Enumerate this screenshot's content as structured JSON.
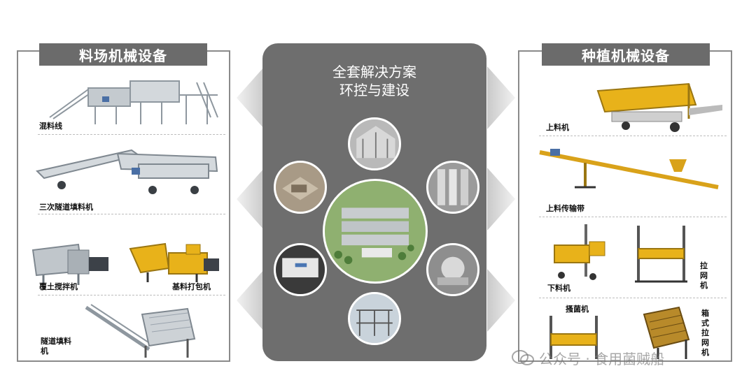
{
  "left_panel": {
    "title": "料场机械设备",
    "items": [
      {
        "label": "混料线"
      },
      {
        "label": "三次隧道填料机"
      },
      {
        "label": "覆土搅拌机"
      },
      {
        "label": "基料打包机"
      },
      {
        "label": "隧道填料机"
      }
    ]
  },
  "center_panel": {
    "title_line1": "全套解决方案",
    "title_line2": "环控与建设"
  },
  "right_panel": {
    "title": "种植机械设备",
    "items": [
      {
        "label": "上料机"
      },
      {
        "label": "上料传输带"
      },
      {
        "label": "下料机"
      },
      {
        "label": "拉网机"
      },
      {
        "label": "搔菌机"
      },
      {
        "label": "箱式拉网机"
      }
    ]
  },
  "watermark": {
    "text": "公众号 · 食用菌贼船"
  },
  "colors": {
    "panel_gray": "#6e6e6e",
    "title_bar": "#6b6b6b",
    "machine_yellow": "#e8b21a",
    "steel": "#9aa3ad"
  }
}
